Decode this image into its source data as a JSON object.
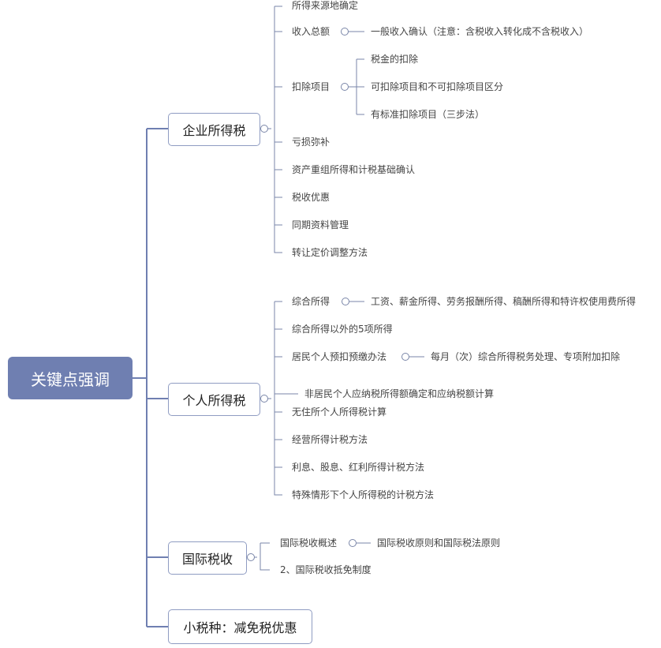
{
  "root": {
    "label": "关键点强调"
  },
  "branches": [
    {
      "label": "企业所得税",
      "children": [
        {
          "label": "所得来源地确定"
        },
        {
          "label": "收入总额",
          "children": [
            "一般收入确认（注意：含税收入转化成不含税收入）"
          ]
        },
        {
          "label": "扣除项目",
          "children": [
            "税金的扣除",
            "可扣除项目和不可扣除项目区分",
            "有标准扣除项目（三步法）"
          ]
        },
        {
          "label": "亏损弥补"
        },
        {
          "label": "资产重组所得和计税基础确认"
        },
        {
          "label": "税收优惠"
        },
        {
          "label": "同期资料管理"
        },
        {
          "label": "转让定价调整方法"
        }
      ]
    },
    {
      "label": "个人所得税",
      "children": [
        {
          "label": "综合所得",
          "children": [
            "工资、薪金所得、劳务报酬所得、稿酬所得和特许权使用费所得"
          ]
        },
        {
          "label": "综合所得以外的5项所得"
        },
        {
          "label": "居民个人预扣预缴办法",
          "children": [
            "每月（次）综合所得税务处理、专项附加扣除"
          ]
        },
        {
          "label": "非居民个人应纳税所得额确定和应纳税额计算"
        },
        {
          "label": "无住所个人所得税计算"
        },
        {
          "label": "经营所得计税方法"
        },
        {
          "label": "利息、股息、红利所得计税方法"
        },
        {
          "label": "特殊情形下个人所得税的计税方法"
        }
      ]
    },
    {
      "label": "国际税收",
      "children": [
        {
          "label": "国际税收概述",
          "children": [
            "国际税收原则和国际税法原则"
          ]
        },
        {
          "label": "2、国际税收抵免制度"
        }
      ]
    },
    {
      "label": "小税种：减免税优惠",
      "children": []
    }
  ],
  "colors": {
    "root_fill": "#6f7fb1",
    "line": "#6f7fb1",
    "node_border": "#8f9cc2",
    "text": "#444444"
  }
}
